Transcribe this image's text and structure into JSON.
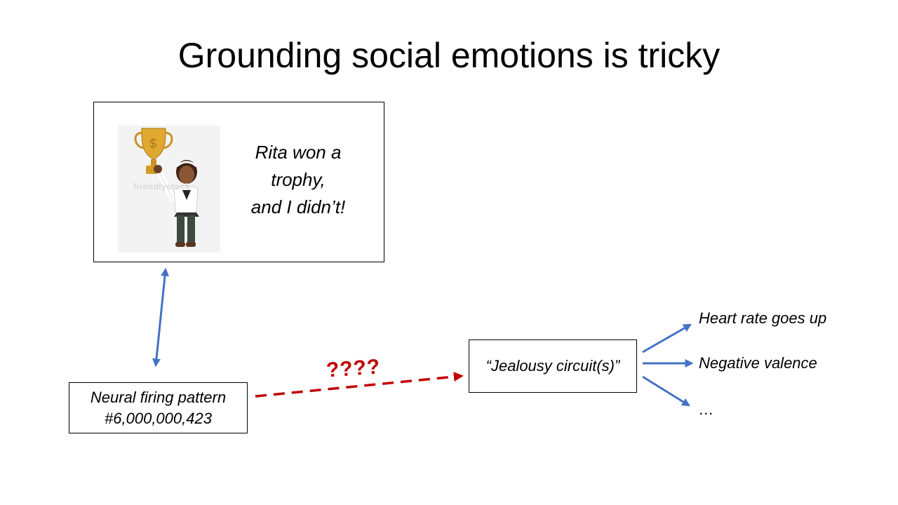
{
  "slide": {
    "title": "Grounding social emotions is tricky"
  },
  "scene": {
    "caption_lines": [
      "Rita won a",
      "trophy,",
      "and I didn’t!"
    ],
    "illustration": "girl-holding-trophy",
    "watermark": "friendlystock"
  },
  "neural": {
    "lines": [
      "Neural firing pattern",
      "#6,000,000,423"
    ]
  },
  "link_label": "????",
  "circuit": {
    "label": "“Jealousy circuit(s)”"
  },
  "outputs": [
    "Heart rate goes up",
    "Negative valence",
    "…"
  ],
  "colors": {
    "arrow_blue": "#4472c4",
    "dashed_red": "#c00000"
  }
}
